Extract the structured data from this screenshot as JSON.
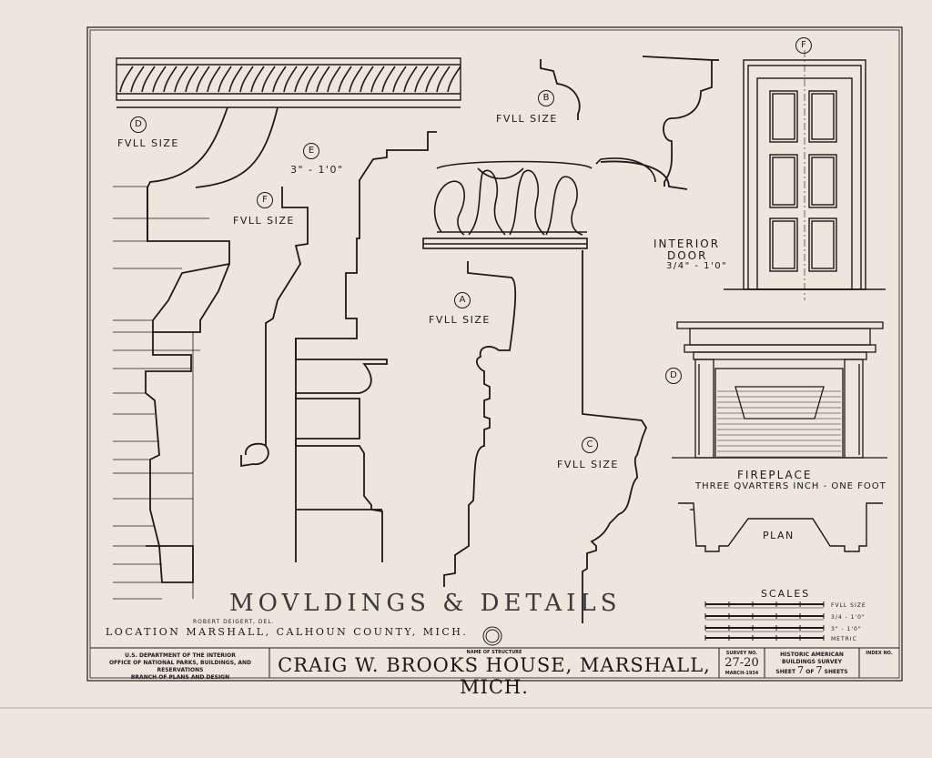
{
  "details": {
    "D_moulding": {
      "marker": "D",
      "scale": "FVLL SIZE"
    },
    "E_moulding": {
      "marker": "E",
      "scale": "3\" - 1'0\""
    },
    "F_moulding": {
      "marker": "F",
      "scale": "FVLL SIZE"
    },
    "B_moulding": {
      "marker": "B",
      "scale": "FVLL SIZE"
    },
    "A_moulding": {
      "marker": "A",
      "scale": "FVLL SIZE"
    },
    "C_moulding": {
      "marker": "C",
      "scale": "FVLL SIZE"
    },
    "door": {
      "marker": "F",
      "title": "INTERIOR",
      "title2": "DOOR",
      "scale": "3/4\" - 1'0\""
    },
    "fireplace": {
      "marker": "D",
      "title": "FIREPLACE",
      "scale": "THREE QVARTERS INCH - ONE FOOT",
      "plan_label": "PLAN"
    }
  },
  "scales": {
    "title": "SCALES",
    "rows": [
      {
        "label": "FVLL SIZE"
      },
      {
        "label": "3/4 - 1'0\""
      },
      {
        "label": "3\" - 1'0\""
      },
      {
        "label": "METRIC"
      }
    ]
  },
  "sheet_title": "MOVLDINGS & DETAILS",
  "delineator": "ROBERT DEIGERT, DEL.",
  "location": "LOCATION  MARSHALL, CALHOUN  COUNTY, MICH.",
  "title_block": {
    "agency": [
      "U.S. DEPARTMENT OF THE INTERIOR",
      "OFFICE OF NATIONAL PARKS, BUILDINGS, AND RESERVATIONS",
      "BRANCH OF PLANS AND DESIGN"
    ],
    "name_label": "NAME OF STRUCTURE",
    "structure_name": "CRAIG W. BROOKS HOUSE, MARSHALL, MICH.",
    "survey_label": "SURVEY NO.",
    "survey_no": "27-20",
    "survey_date": "MARCH-1934",
    "habs_line1": "HISTORIC AMERICAN",
    "habs_line2": "BUILDINGS SURVEY",
    "sheet_word": "SHEET",
    "sheet_no": "7",
    "of_word": "OF",
    "sheet_total": "7",
    "sheets_word": "SHEETS",
    "index_label": "INDEX NO."
  },
  "colors": {
    "paper": "#ece6dc",
    "ink": "#1a1a1a"
  }
}
